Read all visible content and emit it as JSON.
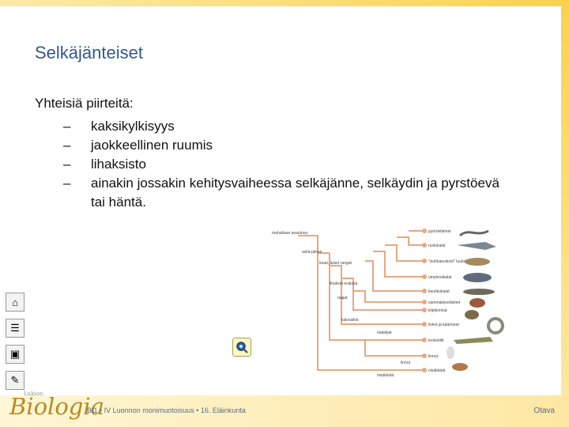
{
  "slide": {
    "title": "Selkäjänteiset",
    "intro": "Yhteisiä piirteitä:",
    "bullets": [
      {
        "dash": "–",
        "text": "kaksikylkisyys"
      },
      {
        "dash": "–",
        "text": "jaokkeellinen ruumis"
      },
      {
        "dash": "–",
        "text": "lihaksisto"
      },
      {
        "dash": "–",
        "text": "ainakin jossakin kehitysvaiheessa selkäjänne, selkäydin ja pyrstöevä tai häntä."
      }
    ]
  },
  "tree": {
    "taxa": [
      "pyöröeläimet",
      "rustokalat",
      "\"viuhkaeväiset\" luukalat",
      "umpieväkalat",
      "keuhkokalat",
      "sammakkoeläimet",
      "kilpikonnat",
      "liskot ja käärmeet",
      "krokotiilit",
      "linnut",
      "nisäkkäät"
    ],
    "nodes": [
      "mahaltaan avautuva",
      "sekä-jäinen",
      "leuat, luiset rangat",
      "lihakset eväissä",
      "raajat",
      "kalvosikiö",
      "matelijat",
      "linnut",
      "nisäkkäät"
    ]
  },
  "side_icons": [
    "home-icon",
    "list-icon",
    "picture-icon",
    "pencil-icon"
  ],
  "footer": {
    "logo_small": "Lukion",
    "logo": "Biologia",
    "course": "BI1 • IV Luonnon monimuotoisuus • 16. Eläinkunta",
    "publisher": "Otava"
  },
  "colors": {
    "title": "#2f5a8c",
    "logo": "#b78b1f",
    "frame": "#fbd24e",
    "tree_line": "#e7a880"
  }
}
